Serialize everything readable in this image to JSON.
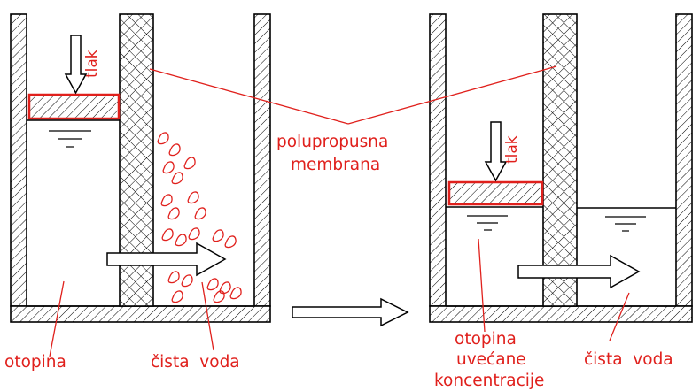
{
  "labels": {
    "pressure_left": "tlak",
    "pressure_right": "tlak",
    "membrane_line1": "polupropusna",
    "membrane_line2": "membrana",
    "solution_left": "otopina",
    "pure_water_left": "čista  voda",
    "solution_right_line1": "otopina",
    "solution_right_line2": "uvećane",
    "solution_right_line3": "koncentracije",
    "pure_water_right": "čista  voda"
  },
  "colors": {
    "outline": "#000000",
    "label": "#e0201c",
    "piston_border": "#e0201c"
  }
}
